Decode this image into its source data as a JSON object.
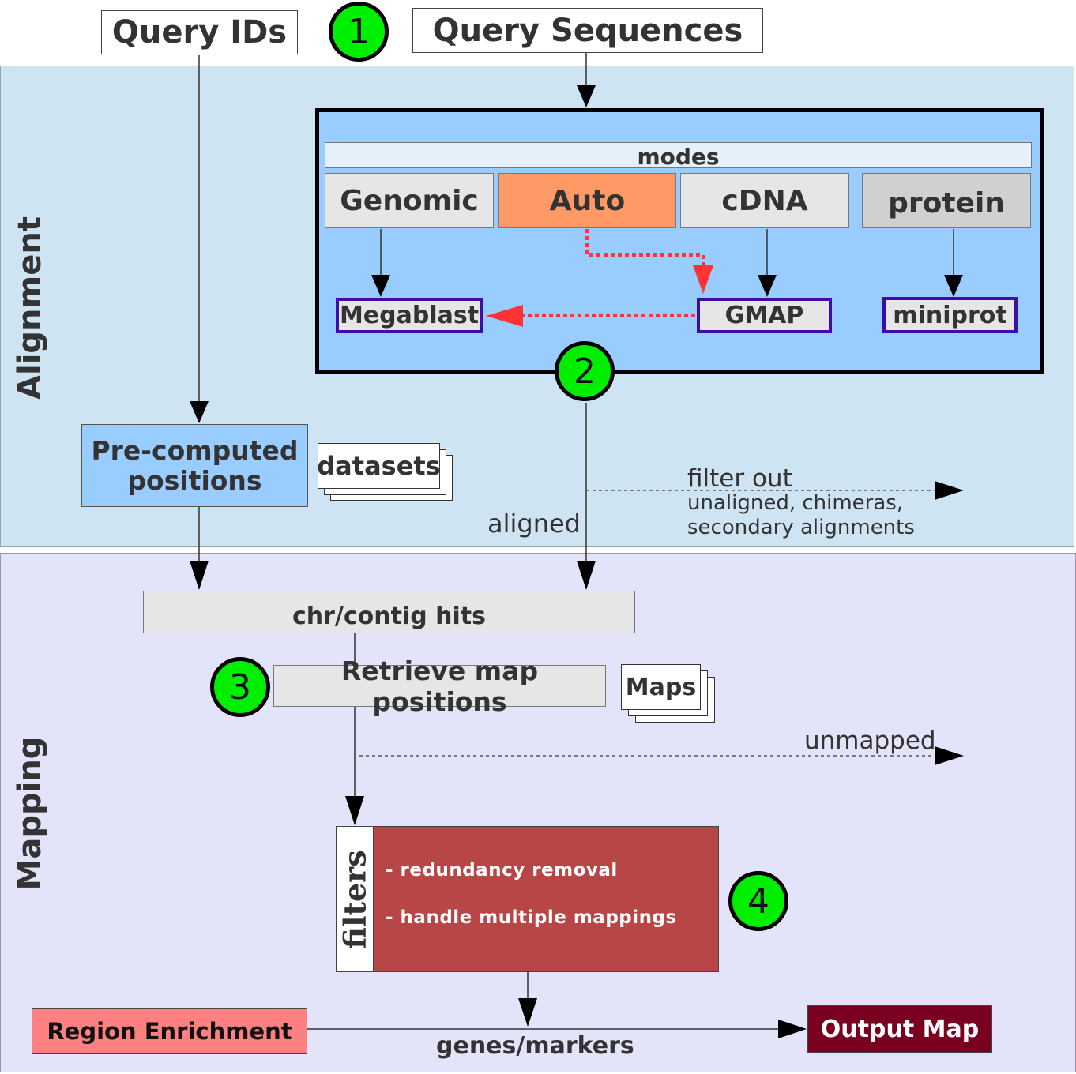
{
  "inputs": {
    "query_ids": "Query IDs",
    "query_sequences": "Query Sequences"
  },
  "sections": {
    "alignment": "Alignment",
    "mapping": "Mapping"
  },
  "modes": {
    "title": "modes",
    "genomic": "Genomic",
    "auto": "Auto",
    "cdna": "cDNA",
    "protein": "protein"
  },
  "tools": {
    "megablast": "Megablast",
    "gmap": "GMAP",
    "miniprot": "miniprot"
  },
  "steps": {
    "one": "1",
    "two": "2",
    "three": "3",
    "four": "4"
  },
  "precomputed": {
    "line1": "Pre-computed",
    "line2": "positions"
  },
  "datasets": "datasets",
  "flow": {
    "filter_out": "filter out",
    "filter_out_detail1": "unaligned, chimeras,",
    "filter_out_detail2": "secondary alignments",
    "aligned": "aligned",
    "unmapped": "unmapped",
    "genes_markers": "genes/markers"
  },
  "hits": "chr/contig hits",
  "retrieve": "Retrieve map positions",
  "maps": "Maps",
  "filters": {
    "label": "filters",
    "items": [
      "- redundancy removal",
      "- handle multiple mappings"
    ]
  },
  "region_enrichment": "Region Enrichment",
  "output_map": "Output Map",
  "colors": {
    "alignment_panel": "#cfe4f3",
    "mapping_panel": "#e3e3fa",
    "modes_panel": "#99ccff",
    "auto_mode": "#ff9966",
    "tool_border": "#3a0fa8",
    "step_circle": "#00ee00",
    "filters_box": "#b84646",
    "region_enrichment": "#ff8080",
    "output_map": "#7a0020",
    "auto_arrow": "#ff3333"
  }
}
